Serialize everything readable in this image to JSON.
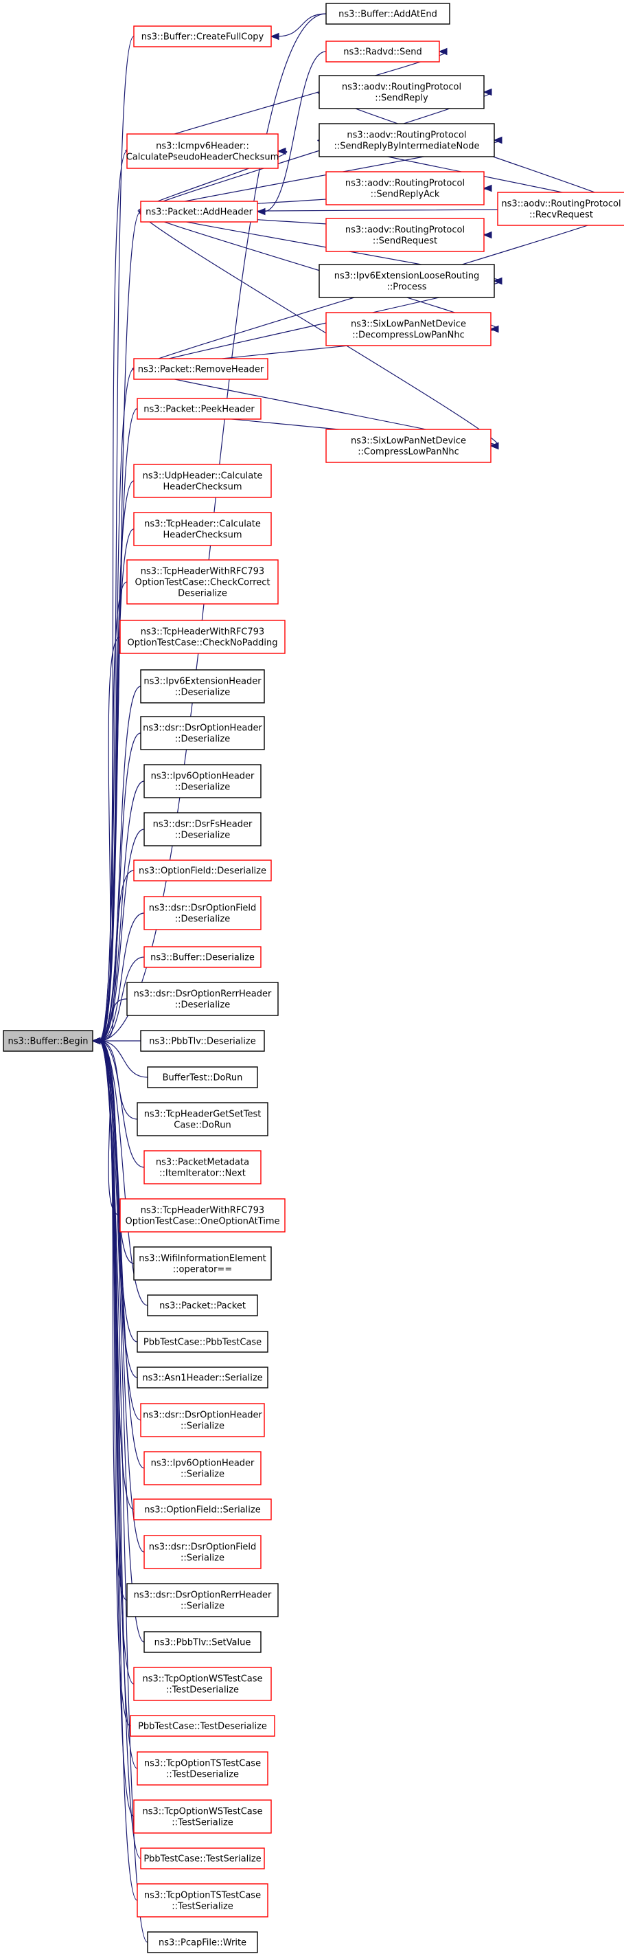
{
  "focus": "ns3::Buffer::Begin",
  "nodes": [
    {
      "id": "begin",
      "lines": [
        "ns3::Buffer::Begin"
      ],
      "style": "focus"
    },
    {
      "id": "createfullcopy",
      "lines": [
        "ns3::Buffer::CreateFullCopy"
      ],
      "style": "red"
    },
    {
      "id": "addatend",
      "lines": [
        "ns3::Buffer::AddAtEnd"
      ],
      "style": "black"
    },
    {
      "id": "radvd_send",
      "lines": [
        "ns3::Radvd::Send"
      ],
      "style": "red"
    },
    {
      "id": "icmpv6",
      "lines": [
        "ns3::Icmpv6Header::",
        "CalculatePseudoHeaderChecksum"
      ],
      "style": "red"
    },
    {
      "id": "sendreply",
      "lines": [
        "ns3::aodv::RoutingProtocol",
        "::SendReply"
      ],
      "style": "black"
    },
    {
      "id": "sendreplyinter",
      "lines": [
        "ns3::aodv::RoutingProtocol",
        "::SendReplyByIntermediateNode"
      ],
      "style": "black"
    },
    {
      "id": "recvrequest",
      "lines": [
        "ns3::aodv::RoutingProtocol",
        "::RecvRequest"
      ],
      "style": "red"
    },
    {
      "id": "sendreplyack",
      "lines": [
        "ns3::aodv::RoutingProtocol",
        "::SendReplyAck"
      ],
      "style": "red"
    },
    {
      "id": "sendrequest",
      "lines": [
        "ns3::aodv::RoutingProtocol",
        "::SendRequest"
      ],
      "style": "red"
    },
    {
      "id": "addheader",
      "lines": [
        "ns3::Packet::AddHeader"
      ],
      "style": "red"
    },
    {
      "id": "ipv6looserouting",
      "lines": [
        "ns3::Ipv6ExtensionLooseRouting",
        "::Process"
      ],
      "style": "black"
    },
    {
      "id": "decompress",
      "lines": [
        "ns3::SixLowPanNetDevice",
        "::DecompressLowPanNhc"
      ],
      "style": "red"
    },
    {
      "id": "removeheader",
      "lines": [
        "ns3::Packet::RemoveHeader"
      ],
      "style": "red"
    },
    {
      "id": "peekheader",
      "lines": [
        "ns3::Packet::PeekHeader"
      ],
      "style": "red"
    },
    {
      "id": "compress",
      "lines": [
        "ns3::SixLowPanNetDevice",
        "::CompressLowPanNhc"
      ],
      "style": "red"
    },
    {
      "id": "udpcalc",
      "lines": [
        "ns3::UdpHeader::Calculate",
        "HeaderChecksum"
      ],
      "style": "red"
    },
    {
      "id": "tcpcalc",
      "lines": [
        "ns3::TcpHeader::Calculate",
        "HeaderChecksum"
      ],
      "style": "red"
    },
    {
      "id": "tcp793correct",
      "lines": [
        "ns3::TcpHeaderWithRFC793",
        "OptionTestCase::CheckCorrect",
        "Deserialize"
      ],
      "style": "red"
    },
    {
      "id": "tcp793nopad",
      "lines": [
        "ns3::TcpHeaderWithRFC793",
        "OptionTestCase::CheckNoPadding"
      ],
      "style": "red"
    },
    {
      "id": "ipv6exthdr_deser",
      "lines": [
        "ns3::Ipv6ExtensionHeader",
        "::Deserialize"
      ],
      "style": "black"
    },
    {
      "id": "dsroptionhdr_deser",
      "lines": [
        "ns3::dsr::DsrOptionHeader",
        "::Deserialize"
      ],
      "style": "black"
    },
    {
      "id": "ipv6opthdr_deser",
      "lines": [
        "ns3::Ipv6OptionHeader",
        "::Deserialize"
      ],
      "style": "black"
    },
    {
      "id": "dsrfshdr_deser",
      "lines": [
        "ns3::dsr::DsrFsHeader",
        "::Deserialize"
      ],
      "style": "black"
    },
    {
      "id": "optionfield_deser",
      "lines": [
        "ns3::OptionField::Deserialize"
      ],
      "style": "red"
    },
    {
      "id": "dsroptionfield_deser",
      "lines": [
        "ns3::dsr::DsrOptionField",
        "::Deserialize"
      ],
      "style": "red"
    },
    {
      "id": "buffer_deser",
      "lines": [
        "ns3::Buffer::Deserialize"
      ],
      "style": "red"
    },
    {
      "id": "dsrrerr_deser",
      "lines": [
        "ns3::dsr::DsrOptionRerrHeader",
        "::Deserialize"
      ],
      "style": "black"
    },
    {
      "id": "pbbtlv_deser",
      "lines": [
        "ns3::PbbTlv::Deserialize"
      ],
      "style": "black"
    },
    {
      "id": "buffertest_dorun",
      "lines": [
        "BufferTest::DoRun"
      ],
      "style": "black"
    },
    {
      "id": "tcpgetset_dorun",
      "lines": [
        "ns3::TcpHeaderGetSetTest",
        "Case::DoRun"
      ],
      "style": "black"
    },
    {
      "id": "pktmeta_next",
      "lines": [
        "ns3::PacketMetadata",
        "::ItemIterator::Next"
      ],
      "style": "red"
    },
    {
      "id": "tcp793oneopt",
      "lines": [
        "ns3::TcpHeaderWithRFC793",
        "OptionTestCase::OneOptionAtTime"
      ],
      "style": "red"
    },
    {
      "id": "wifiinfo_op",
      "lines": [
        "ns3::WifiInformationElement",
        "::operator=="
      ],
      "style": "black"
    },
    {
      "id": "packet_packet",
      "lines": [
        "ns3::Packet::Packet"
      ],
      "style": "black"
    },
    {
      "id": "pbbtestcase",
      "lines": [
        "PbbTestCase::PbbTestCase"
      ],
      "style": "black"
    },
    {
      "id": "asn1_ser",
      "lines": [
        "ns3::Asn1Header::Serialize"
      ],
      "style": "black"
    },
    {
      "id": "dsroptionhdr_ser",
      "lines": [
        "ns3::dsr::DsrOptionHeader",
        "::Serialize"
      ],
      "style": "red"
    },
    {
      "id": "ipv6opthdr_ser",
      "lines": [
        "ns3::Ipv6OptionHeader",
        "::Serialize"
      ],
      "style": "red"
    },
    {
      "id": "optionfield_ser",
      "lines": [
        "ns3::OptionField::Serialize"
      ],
      "style": "red"
    },
    {
      "id": "dsroptionfield_ser",
      "lines": [
        "ns3::dsr::DsrOptionField",
        "::Serialize"
      ],
      "style": "red"
    },
    {
      "id": "dsrrerr_ser",
      "lines": [
        "ns3::dsr::DsrOptionRerrHeader",
        "::Serialize"
      ],
      "style": "black"
    },
    {
      "id": "pbbtlv_setvalue",
      "lines": [
        "ns3::PbbTlv::SetValue"
      ],
      "style": "black"
    },
    {
      "id": "tcpws_testdeser",
      "lines": [
        "ns3::TcpOptionWSTestCase",
        "::TestDeserialize"
      ],
      "style": "red"
    },
    {
      "id": "pbbtest_testdeser",
      "lines": [
        "PbbTestCase::TestDeserialize"
      ],
      "style": "red"
    },
    {
      "id": "tcpts_testdeser",
      "lines": [
        "ns3::TcpOptionTSTestCase",
        "::TestDeserialize"
      ],
      "style": "red"
    },
    {
      "id": "tcpws_testser",
      "lines": [
        "ns3::TcpOptionWSTestCase",
        "::TestSerialize"
      ],
      "style": "red"
    },
    {
      "id": "pbbtest_testser",
      "lines": [
        "PbbTestCase::TestSerialize"
      ],
      "style": "red"
    },
    {
      "id": "tcpts_testser",
      "lines": [
        "ns3::TcpOptionTSTestCase",
        "::TestSerialize"
      ],
      "style": "red"
    },
    {
      "id": "pcapfile_write",
      "lines": [
        "ns3::PcapFile::Write"
      ],
      "style": "black"
    }
  ],
  "edges": [
    [
      "createfullcopy",
      "begin"
    ],
    [
      "addatend",
      "begin"
    ],
    [
      "addatend",
      "createfullcopy"
    ],
    [
      "radvd_send",
      "addheader"
    ],
    [
      "icmpv6",
      "begin"
    ],
    [
      "icmpv6",
      "radvd_send"
    ],
    [
      "addheader",
      "begin"
    ],
    [
      "addheader",
      "icmpv6"
    ],
    [
      "addheader",
      "sendreply"
    ],
    [
      "addheader",
      "sendreplyinter"
    ],
    [
      "addheader",
      "sendreplyack"
    ],
    [
      "addheader",
      "sendrequest"
    ],
    [
      "addheader",
      "recvrequest"
    ],
    [
      "addheader",
      "ipv6looserouting"
    ],
    [
      "addheader",
      "decompress"
    ],
    [
      "addheader",
      "compress"
    ],
    [
      "sendreply",
      "recvrequest"
    ],
    [
      "sendreplyinter",
      "recvrequest"
    ],
    [
      "removeheader",
      "begin"
    ],
    [
      "removeheader",
      "ipv6looserouting"
    ],
    [
      "removeheader",
      "decompress"
    ],
    [
      "removeheader",
      "compress"
    ],
    [
      "removeheader",
      "recvrequest"
    ],
    [
      "peekheader",
      "begin"
    ],
    [
      "peekheader",
      "compress"
    ],
    [
      "udpcalc",
      "begin"
    ],
    [
      "tcpcalc",
      "begin"
    ],
    [
      "tcp793correct",
      "begin"
    ],
    [
      "tcp793nopad",
      "begin"
    ],
    [
      "ipv6exthdr_deser",
      "begin"
    ],
    [
      "dsroptionhdr_deser",
      "begin"
    ],
    [
      "ipv6opthdr_deser",
      "begin"
    ],
    [
      "dsrfshdr_deser",
      "begin"
    ],
    [
      "optionfield_deser",
      "begin"
    ],
    [
      "dsroptionfield_deser",
      "begin"
    ],
    [
      "buffer_deser",
      "begin"
    ],
    [
      "dsrrerr_deser",
      "begin"
    ],
    [
      "pbbtlv_deser",
      "begin"
    ],
    [
      "buffertest_dorun",
      "begin"
    ],
    [
      "tcpgetset_dorun",
      "begin"
    ],
    [
      "pktmeta_next",
      "begin"
    ],
    [
      "tcp793oneopt",
      "begin"
    ],
    [
      "wifiinfo_op",
      "begin"
    ],
    [
      "packet_packet",
      "begin"
    ],
    [
      "pbbtestcase",
      "begin"
    ],
    [
      "asn1_ser",
      "begin"
    ],
    [
      "dsroptionhdr_ser",
      "begin"
    ],
    [
      "ipv6opthdr_ser",
      "begin"
    ],
    [
      "optionfield_ser",
      "begin"
    ],
    [
      "dsroptionfield_ser",
      "begin"
    ],
    [
      "dsrrerr_ser",
      "begin"
    ],
    [
      "pbbtlv_setvalue",
      "begin"
    ],
    [
      "tcpws_testdeser",
      "begin"
    ],
    [
      "pbbtest_testdeser",
      "begin"
    ],
    [
      "tcpts_testdeser",
      "begin"
    ],
    [
      "tcpws_testser",
      "begin"
    ],
    [
      "pbbtest_testser",
      "begin"
    ],
    [
      "tcpts_testser",
      "begin"
    ],
    [
      "pcapfile_write",
      "begin"
    ]
  ]
}
